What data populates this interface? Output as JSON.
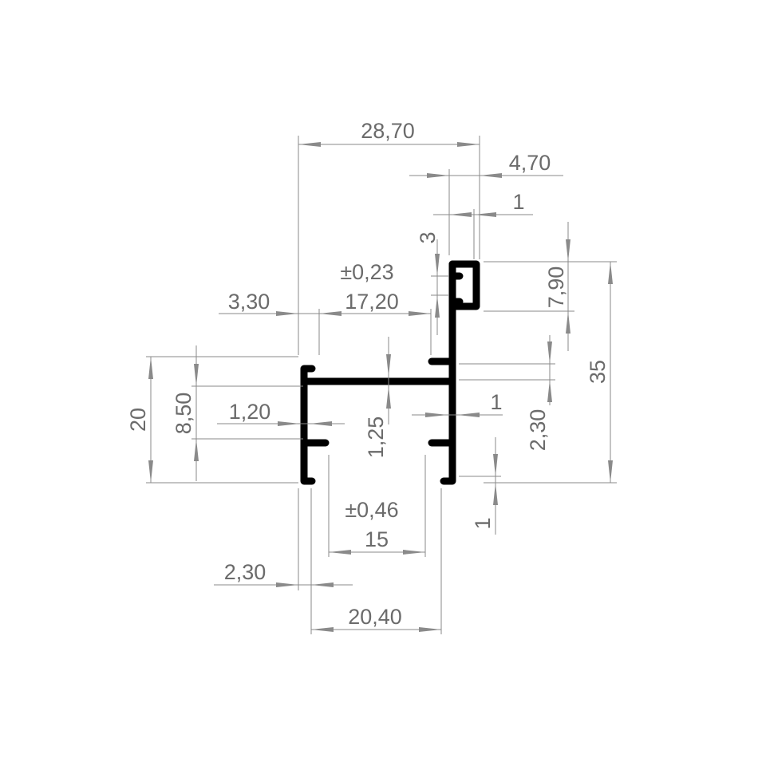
{
  "colors": {
    "profile": "#000000",
    "dimension": "#8a8a8a",
    "text": "#6b6b6b",
    "background": "#ffffff"
  },
  "dimensions": {
    "overall_width": "28,70",
    "top_hook_width": "4,70",
    "top_hook_thickness": "1",
    "hook_gap": "3",
    "tolerance_upper": "±0,23",
    "inner_channel_width": "17,20",
    "left_flange": "3,30",
    "right_hook_height": "7,90",
    "total_height": "35",
    "body_height": "20",
    "inner_height": "8,50",
    "web_thickness": "1,20",
    "center_wall": "1,25",
    "right_wall": "1",
    "lower_right_height": "2,30",
    "bottom_right_thickness": "1",
    "tolerance_lower": "±0,46",
    "bottom_slot": "15",
    "bottom_left_foot": "2,30",
    "bottom_width": "20,40"
  }
}
